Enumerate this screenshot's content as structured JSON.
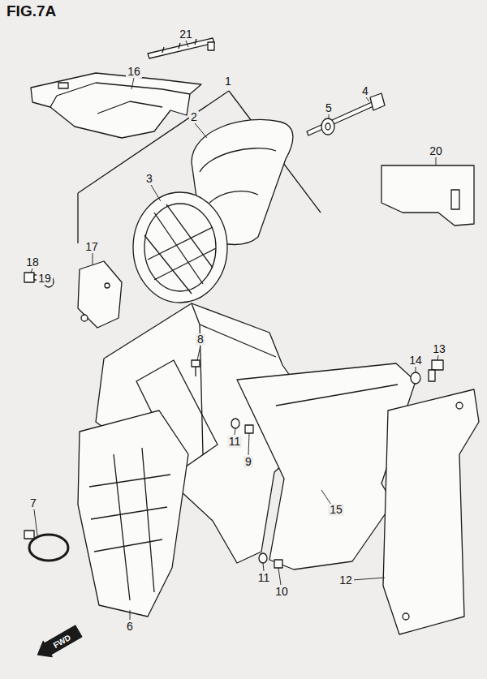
{
  "diagram": {
    "title": "FIG.7A",
    "labels": [
      "21",
      "16",
      "1",
      "2",
      "5",
      "4",
      "20",
      "3",
      "17",
      "18",
      "19",
      "8",
      "14",
      "13",
      "11",
      "9",
      "7",
      "15",
      "11",
      "10",
      "12",
      "6",
      "FWD"
    ]
  }
}
